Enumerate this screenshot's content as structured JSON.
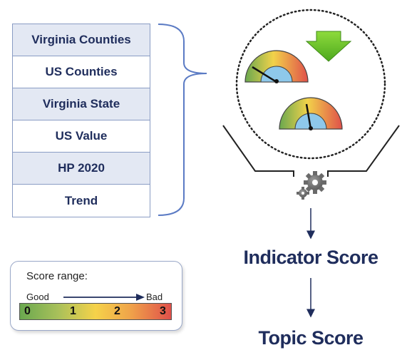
{
  "comparisons": [
    {
      "label": "Virginia Counties"
    },
    {
      "label": "US Counties"
    },
    {
      "label": "Virginia State"
    },
    {
      "label": "US Value"
    },
    {
      "label": "HP 2020"
    },
    {
      "label": "Trend"
    }
  ],
  "flow": {
    "indicator_label": "Indicator Score",
    "topic_label": "Topic Score"
  },
  "legend": {
    "title": "Score range:",
    "good_label": "Good",
    "bad_label": "Bad",
    "values": [
      "0",
      "1",
      "2",
      "3"
    ]
  },
  "colors": {
    "text_navy": "#1f2d5c",
    "bracket": "#5b7bc4",
    "row_shade": "#e3e8f3",
    "arrow_green": "#6cc22a"
  }
}
